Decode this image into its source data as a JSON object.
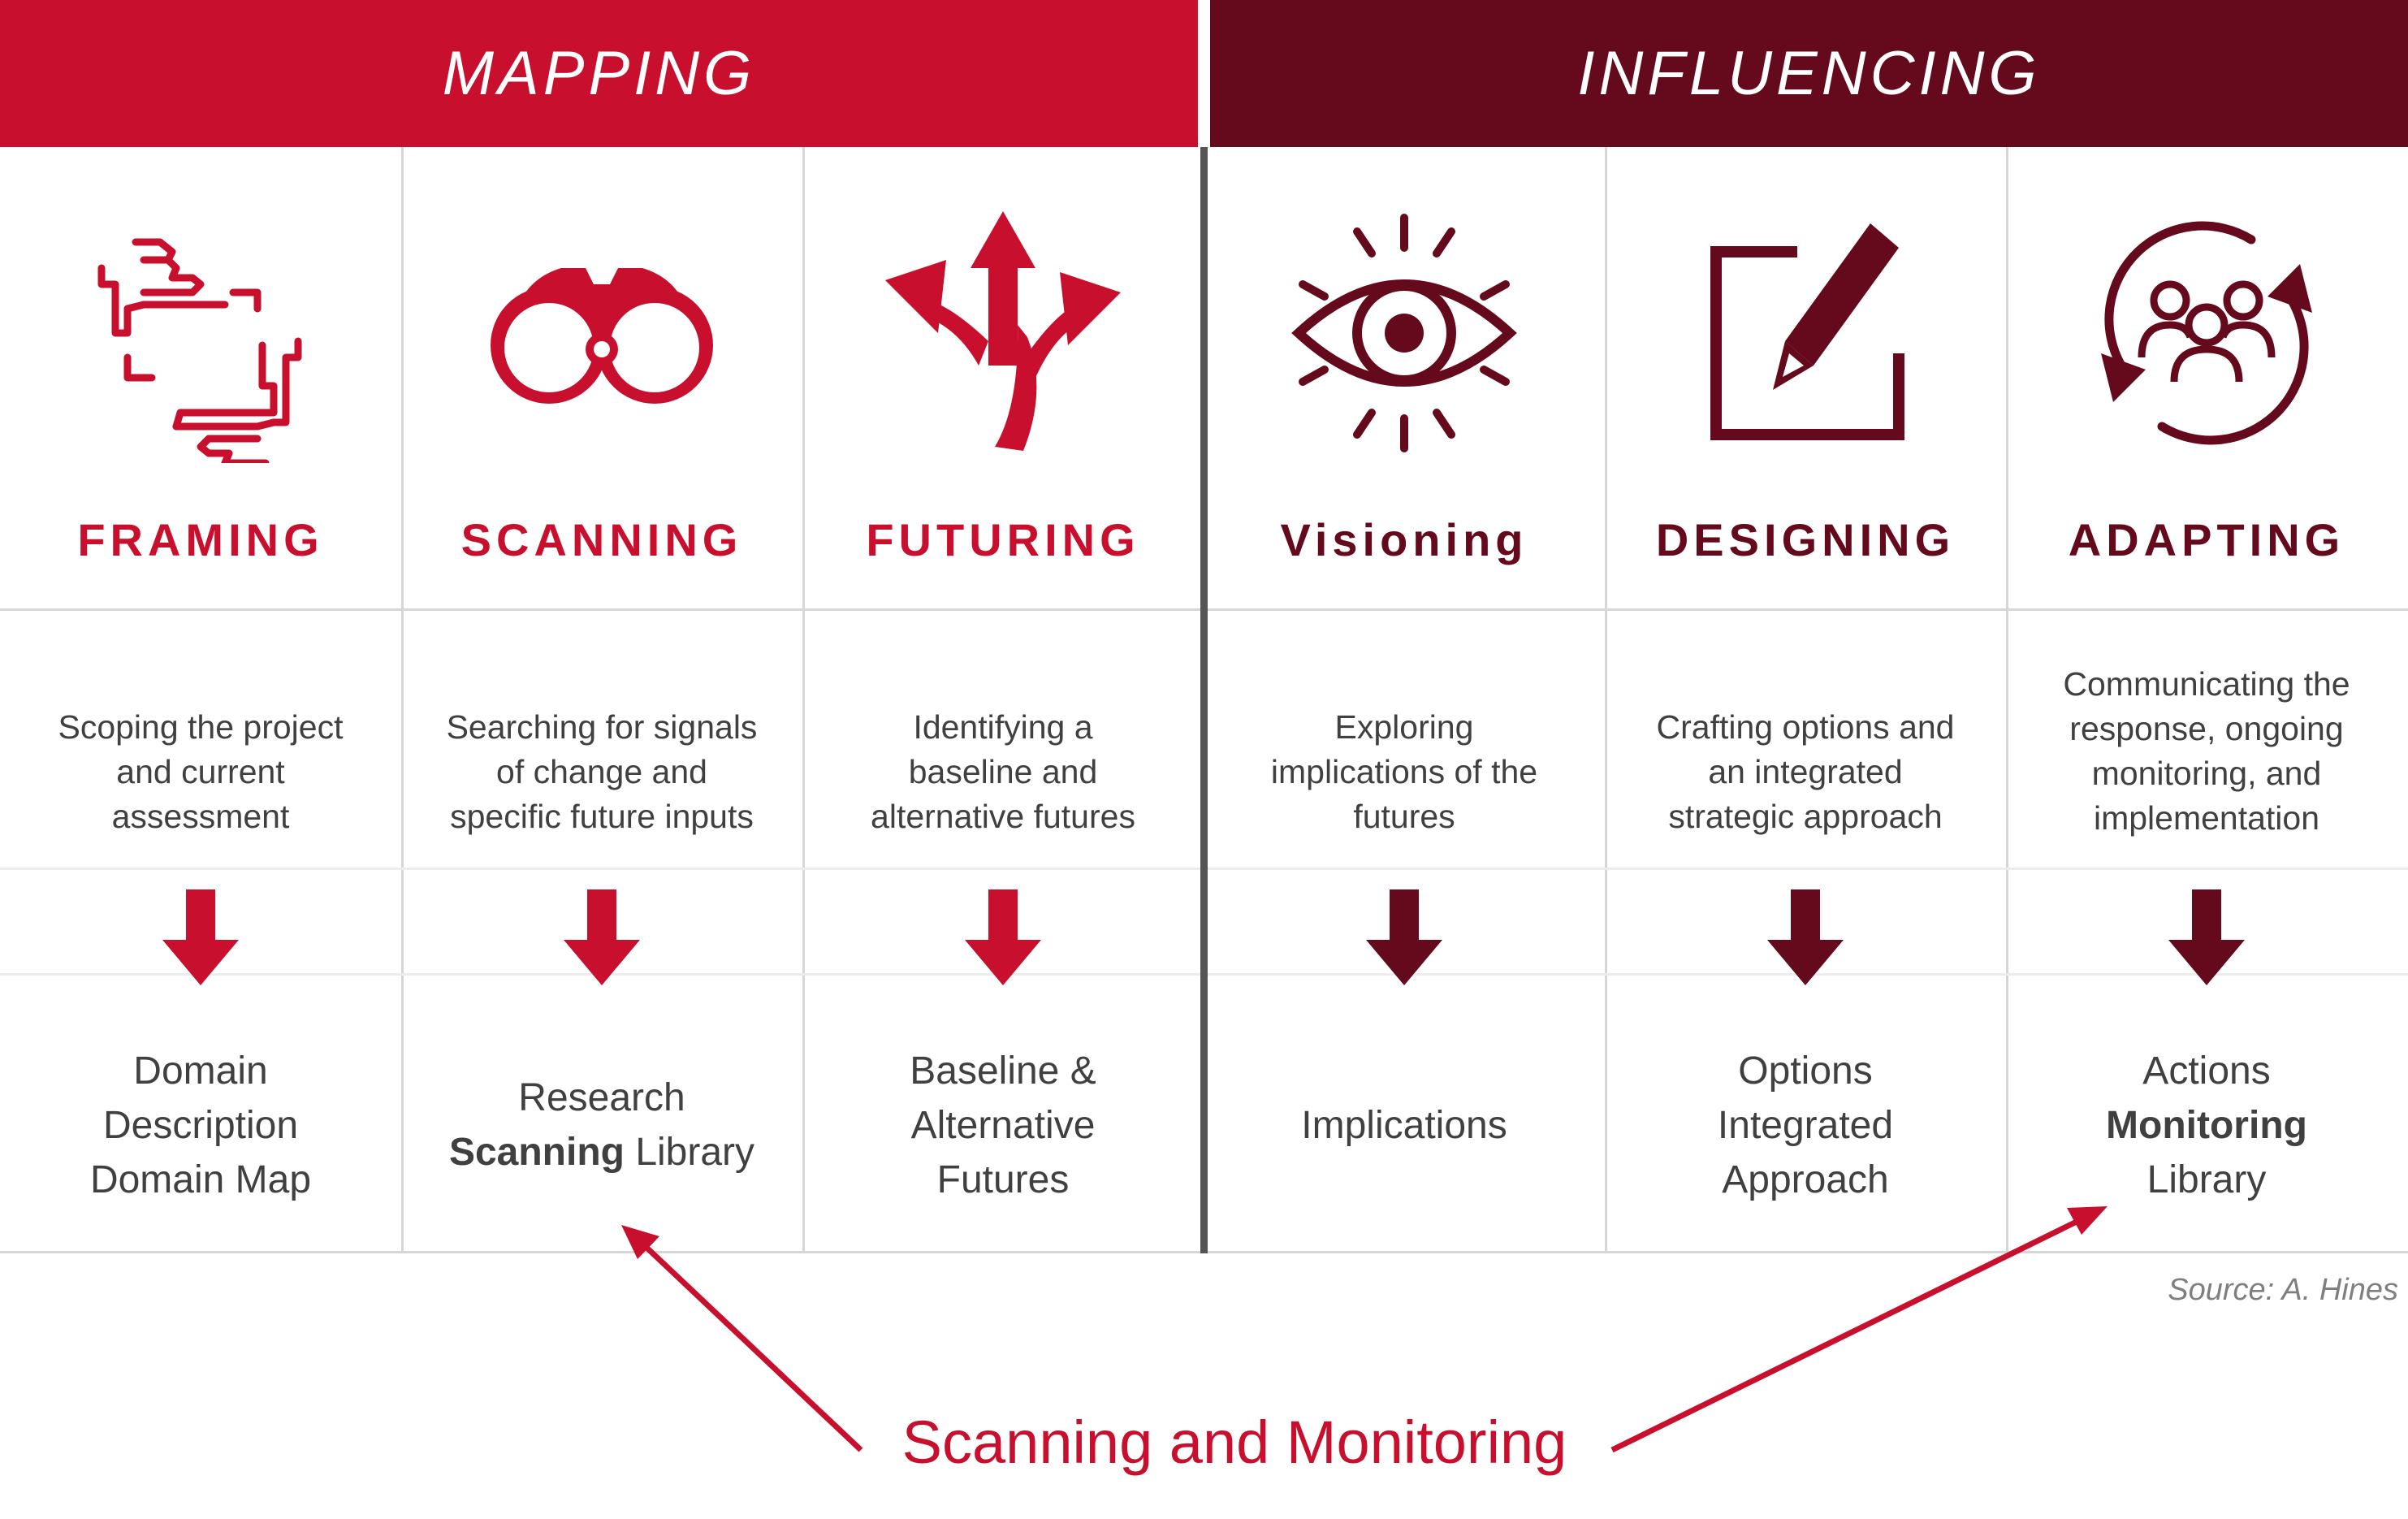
{
  "headers": {
    "mapping": "MAPPING",
    "influencing": "INFLUENCING"
  },
  "colors": {
    "mapping_red": "#c8102e",
    "influencing_maroon": "#640a1c",
    "text_gray": "#404040",
    "grid_gray": "#d6d6d6",
    "divider": "#555555"
  },
  "phases": [
    {
      "name": "FRAMING",
      "icon": "framing-hands-icon",
      "description": [
        "Scoping the project",
        "and current",
        "assessment"
      ],
      "output": [
        [
          "Domain"
        ],
        [
          "Description"
        ],
        [
          "Domain Map"
        ]
      ]
    },
    {
      "name": "SCANNING",
      "icon": "binoculars-icon",
      "description": [
        "Searching for signals",
        "of change and",
        "specific future inputs"
      ],
      "output": [
        [
          "Research"
        ],
        [
          "Scanning",
          " Library"
        ]
      ]
    },
    {
      "name": "FUTURING",
      "icon": "diverging-arrows-icon",
      "description": [
        "Identifying a",
        "baseline and",
        "alternative futures"
      ],
      "output": [
        [
          "Baseline &"
        ],
        [
          "Alternative"
        ],
        [
          "Futures"
        ]
      ]
    },
    {
      "name": "Visioning",
      "icon": "eye-icon",
      "description": [
        "Exploring",
        "implications of the",
        "futures"
      ],
      "output": [
        [
          "Implications"
        ]
      ]
    },
    {
      "name": "DESIGNING",
      "icon": "pencil-edit-icon",
      "description": [
        "Crafting options and",
        "an integrated",
        "strategic approach"
      ],
      "output": [
        [
          "Options"
        ],
        [
          "Integrated"
        ],
        [
          "Approach"
        ]
      ]
    },
    {
      "name": "ADAPTING",
      "icon": "people-cycle-icon",
      "description": [
        "Communicating the",
        "response, ongoing",
        "monitoring,  and",
        "implementation"
      ],
      "output": [
        [
          "Actions"
        ],
        [
          "Monitoring"
        ],
        [
          "Library"
        ]
      ]
    }
  ],
  "source": "Source: A. Hines",
  "callout": "Scanning and Monitoring"
}
